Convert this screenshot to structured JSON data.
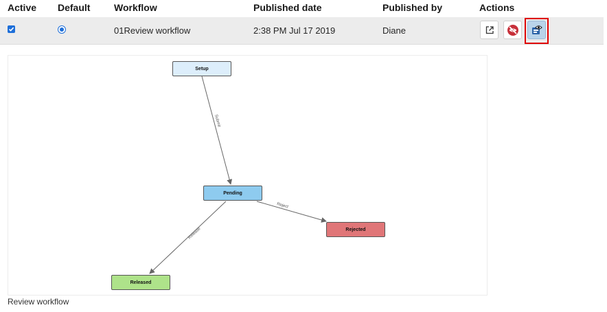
{
  "table": {
    "headers": {
      "active": "Active",
      "default": "Default",
      "workflow": "Workflow",
      "published_date": "Published date",
      "published_by": "Published by",
      "actions": "Actions"
    },
    "row": {
      "active": true,
      "default": true,
      "workflow": "01Review workflow",
      "published_date": "2:38 PM Jul 17 2019",
      "published_by": "Diane"
    },
    "actions": [
      {
        "icon": "open-external-icon"
      },
      {
        "icon": "disable-eye-icon"
      },
      {
        "icon": "view-diagram-icon",
        "selected": true
      }
    ]
  },
  "diagram": {
    "states": {
      "setup": "Setup",
      "pending": "Pending",
      "rejected": "Rejected",
      "released": "Released"
    },
    "transitions": {
      "submit": "Submit",
      "reject": "Reject",
      "release": "Release"
    },
    "colors": {
      "setup": "#ddeefb",
      "pending": "#8ecbef",
      "rejected": "#e07678",
      "released": "#aee38a",
      "arrow": "#666666"
    }
  },
  "caption": "Review workflow"
}
